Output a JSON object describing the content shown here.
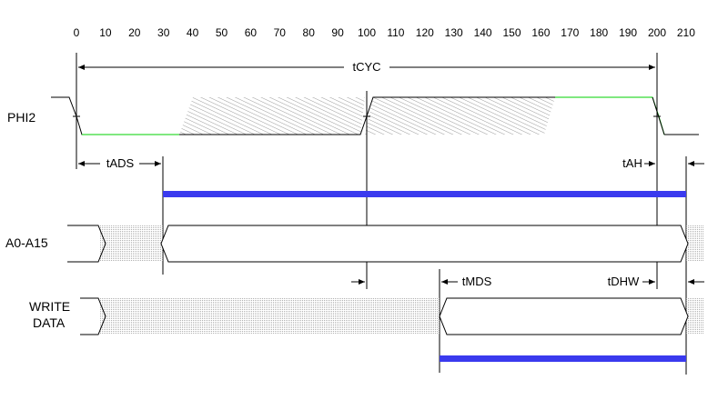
{
  "timeline": {
    "ticks": [
      0,
      10,
      20,
      30,
      40,
      50,
      60,
      70,
      80,
      90,
      100,
      110,
      120,
      130,
      140,
      150,
      160,
      170,
      180,
      190,
      200,
      210
    ]
  },
  "signals": {
    "phi2": "PHI2",
    "address": "A0-A15",
    "write_data_line1": "WRITE",
    "write_data_line2": "DATA"
  },
  "timing": {
    "tcyc": "tCYC",
    "tads": "tADS",
    "tah": "tAH",
    "tmds": "tMDS",
    "tdhw": "tDHW"
  },
  "colors": {
    "clock_high": "#00d000",
    "valid_bar": "#3a3aee",
    "line": "#000000",
    "hatch": "#999999"
  }
}
